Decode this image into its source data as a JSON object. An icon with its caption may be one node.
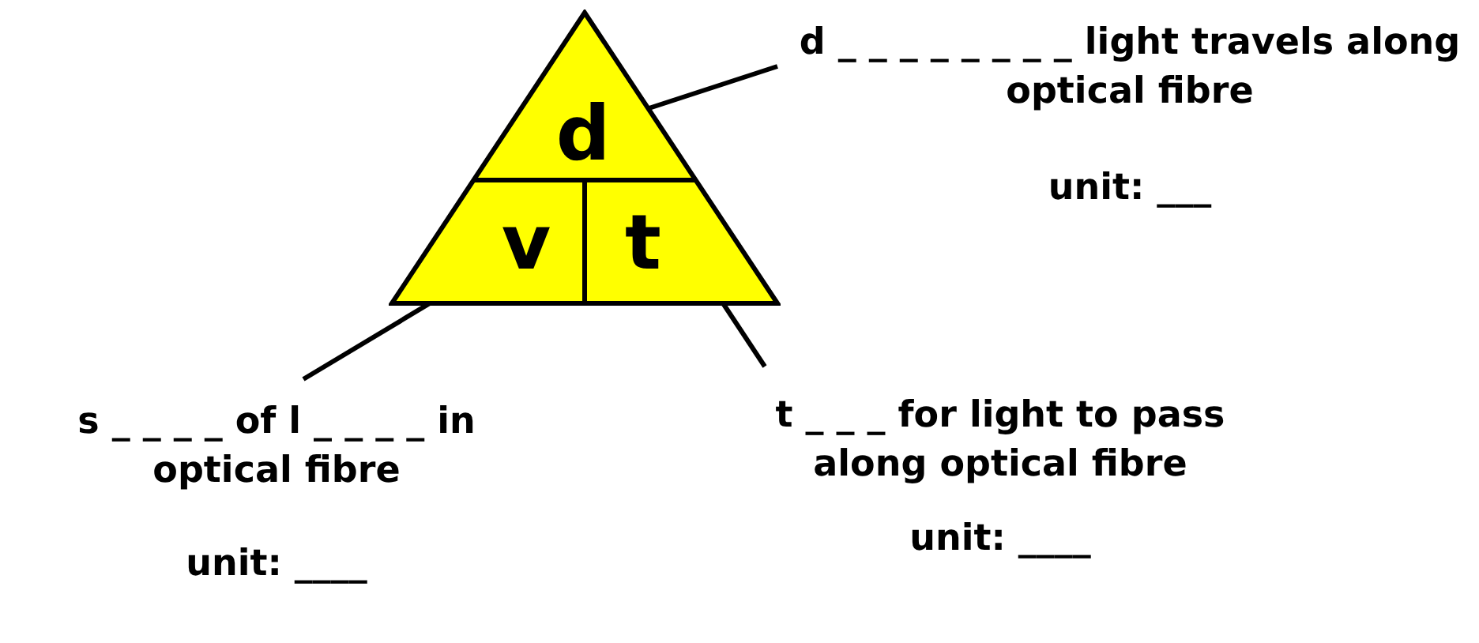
{
  "diagram": {
    "nodes": [
      {
        "text": [],
        "shape": "triangle"
      },
      {
        "text": [
          "d"
        ],
        "in": 0
      },
      {
        "text": [
          "v"
        ],
        "in": 0
      },
      {
        "text": [
          "t"
        ],
        "in": 0
      },
      {
        "text": [
          "d _ _ _ _ _ _ _ _ light travels along optical fibre",
          "unit: ___"
        ]
      },
      {
        "text": [
          "s _ _ _ _ of l _ _ _ _ in optical fibre",
          "unit: ____"
        ]
      },
      {
        "text": [
          "t _ _ _ for light to pass along optical fibre",
          "unit: ____"
        ]
      }
    ],
    "edges": [
      {
        "from": 4,
        "to": 1,
        "arrow": "none"
      },
      {
        "from": 5,
        "to": 2,
        "arrow": "none"
      },
      {
        "from": 6,
        "to": 3,
        "arrow": "none"
      }
    ]
  }
}
